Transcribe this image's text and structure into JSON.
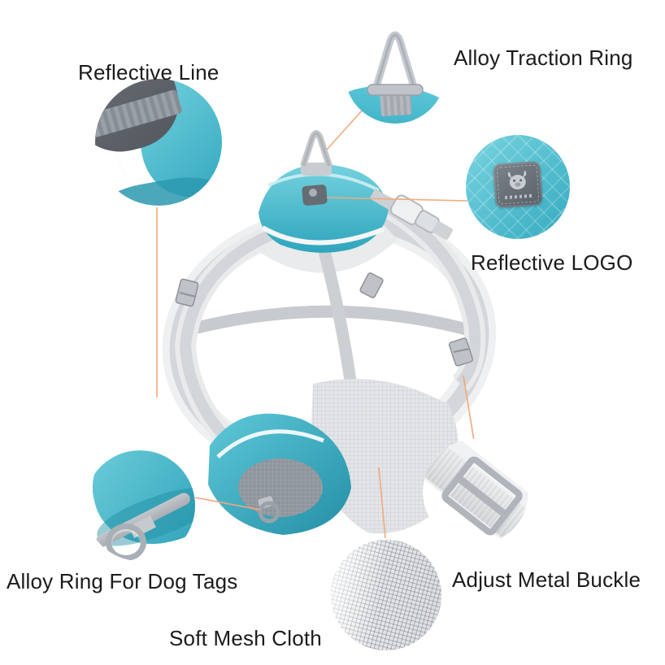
{
  "callouts": [
    {
      "id": "reflective-line",
      "label": "Reflective Line"
    },
    {
      "id": "alloy-traction-ring",
      "label": "Alloy Traction Ring"
    },
    {
      "id": "reflective-logo",
      "label": "Reflective LOGO"
    },
    {
      "id": "alloy-ring-for-dog-tags",
      "label": "Alloy Ring For Dog Tags"
    },
    {
      "id": "adjust-metal-buckle",
      "label": "Adjust Metal Buckle"
    },
    {
      "id": "soft-mesh-cloth",
      "label": "Soft Mesh Cloth"
    }
  ],
  "colors": {
    "harness_teal": "#45b9cc",
    "strap_gray": "#d2d5d9",
    "leader_line_orange": "#f2a97c",
    "label_text": "#1b1b1b",
    "background": "#ffffff"
  }
}
